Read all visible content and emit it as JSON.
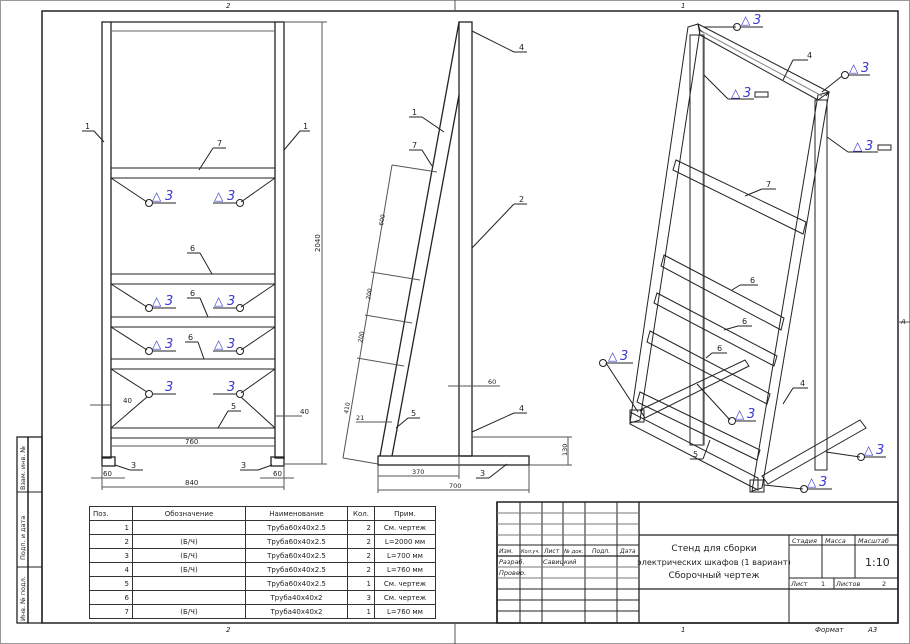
{
  "sheet": {
    "zone_top_left": "2",
    "zone_top_right": "1",
    "zone_bottom_left": "2",
    "zone_bottom_right": "1",
    "zone_side": "A",
    "format_label": "Формат",
    "format_value": "А3"
  },
  "side_stamp": [
    "Инв. № подл.",
    "Подп. и дата",
    "Взам. инв. №"
  ],
  "front_view": {
    "dims": {
      "height": "2040",
      "inner_width": "760",
      "outer_width": "840",
      "left_offset": "40",
      "right_offset": "40",
      "foot_left": "60",
      "foot_right": "60"
    },
    "callouts": {
      "post_left": "1",
      "post_right": "1",
      "bar_top": "7",
      "bar_mid1": "6",
      "bar_mid2": "6",
      "bar_mid3": "6",
      "bar_bottom": "5",
      "foot_left": "3",
      "foot_right": "3"
    },
    "weld": "3"
  },
  "side_view": {
    "dims": {
      "d600": "600",
      "d200a": "200",
      "d200b": "200",
      "d410": "410",
      "d21": "21",
      "d60": "60",
      "d370": "370",
      "d700": "700",
      "d130": "130"
    },
    "callouts": {
      "c4top": "4",
      "c1": "1",
      "c7": "7",
      "c2": "2",
      "c5": "5",
      "c4bot": "4",
      "c3": "3"
    }
  },
  "iso_view": {
    "callouts": {
      "c4": "4",
      "c7": "7",
      "c6a": "6",
      "c6b": "6",
      "c6c": "6",
      "c4b": "4",
      "c5": "5"
    },
    "weld": "3"
  },
  "bom": {
    "headers": [
      "Поз.",
      "Обозначение",
      "Наименование",
      "Кол.",
      "Прим."
    ],
    "rows": [
      {
        "pos": "1",
        "des": "",
        "name": "Труба60х40х2.5",
        "qty": "2",
        "note": "См. чертеж"
      },
      {
        "pos": "2",
        "des": "(Б/Ч)",
        "name": "Труба60х40х2.5",
        "qty": "2",
        "note": "L=2000 мм"
      },
      {
        "pos": "3",
        "des": "(Б/Ч)",
        "name": "Труба60х40х2.5",
        "qty": "2",
        "note": "L=700 мм"
      },
      {
        "pos": "4",
        "des": "(Б/Ч)",
        "name": "Труба60х40х2.5",
        "qty": "2",
        "note": "L=760 мм"
      },
      {
        "pos": "5",
        "des": "",
        "name": "Труба60х40х2.5",
        "qty": "1",
        "note": "См. чертеж"
      },
      {
        "pos": "6",
        "des": "",
        "name": "Труба40х40х2",
        "qty": "3",
        "note": "См. чертеж"
      },
      {
        "pos": "7",
        "des": "(Б/Ч)",
        "name": "Труба40х40х2",
        "qty": "1",
        "note": "L=760 мм"
      }
    ]
  },
  "title_block": {
    "cols": [
      "Изм.",
      "Кол.уч.",
      "Лист",
      "№ док.",
      "Подп.",
      "Дата"
    ],
    "developed_label": "Разраб.",
    "developer": "Савицкий",
    "checked_label": "Провер.",
    "title_line1": "Стенд для сборки",
    "title_line2": "электрических шкафов (1 вариант)",
    "title_line3": "Сборочный чертеж",
    "stage_label": "Стадия",
    "mass_label": "Масса",
    "scale_label": "Масштаб",
    "scale": "1:10",
    "sheet_label": "Лист",
    "sheet": "1",
    "sheets_label": "Листов",
    "sheets": "2"
  }
}
